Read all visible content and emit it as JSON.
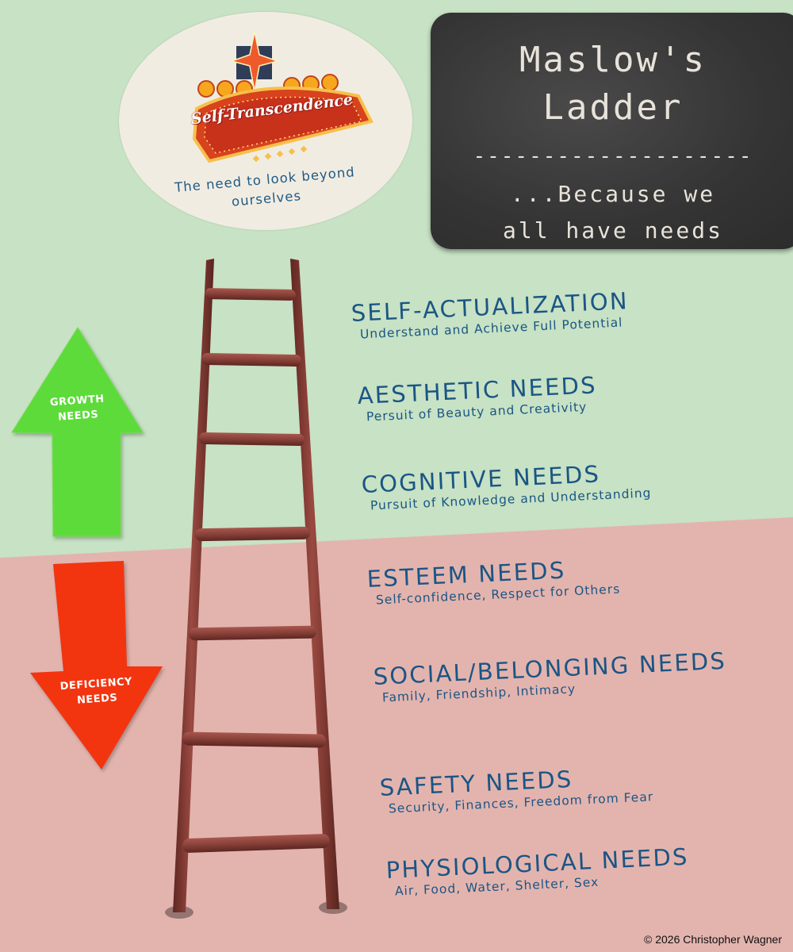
{
  "colors": {
    "growth_bg": "#c7e2c4",
    "deficiency_bg": "#e3b4ae",
    "text_blue": "#1a5585",
    "growth_arrow": "#5ddb3a",
    "deficiency_arrow": "#f2350f",
    "ladder": "#7f3a33",
    "chalkboard": "#3a3a3a"
  },
  "top_bubble": {
    "sign_text": "Self-Transcendence",
    "caption_line1": "The need to look beyond",
    "caption_line2": "ourselves"
  },
  "chalkboard": {
    "title_line1": "Maslow's",
    "title_line2": "Ladder",
    "divider": "--------------------",
    "subtitle_line1": "...Because we",
    "subtitle_line2": "all have needs"
  },
  "arrows": {
    "growth_line1": "GROWTH",
    "growth_line2": "NEEDS",
    "deficiency_line1": "DEFICIENCY",
    "deficiency_line2": "NEEDS"
  },
  "needs": [
    {
      "title": "SELF-ACTUALIZATION",
      "desc": "Understand and Achieve Full Potential"
    },
    {
      "title": "AESTHETIC NEEDS",
      "desc": "Persuit of Beauty and Creativity"
    },
    {
      "title": "COGNITIVE NEEDS",
      "desc": "Pursuit of Knowledge and Understanding"
    },
    {
      "title": "ESTEEM NEEDS",
      "desc": "Self-confidence, Respect for Others"
    },
    {
      "title": "SOCIAL/BELONGING NEEDS",
      "desc": "Family, Friendship, Intimacy"
    },
    {
      "title": "SAFETY NEEDS",
      "desc": "Security, Finances, Freedom from Fear"
    },
    {
      "title": "PHYSIOLOGICAL NEEDS",
      "desc": "Air, Food, Water, Shelter, Sex"
    }
  ],
  "icons": {
    "sign": "vegas-sign-icon",
    "ladder": "ladder-icon",
    "growth_arrow": "up-arrow-icon",
    "deficiency_arrow": "down-arrow-icon"
  },
  "copyright": "© 2026 Christopher Wagner"
}
